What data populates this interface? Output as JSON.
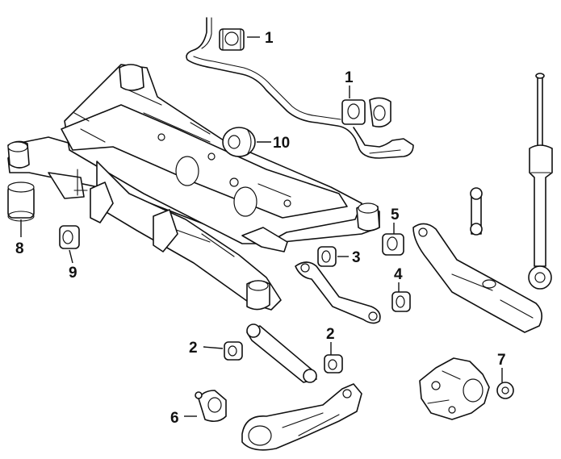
{
  "diagram": {
    "callouts": [
      {
        "id": "c1a",
        "label": "1"
      },
      {
        "id": "c1b",
        "label": "1"
      },
      {
        "id": "c10",
        "label": "10"
      },
      {
        "id": "c5",
        "label": "5"
      },
      {
        "id": "c3",
        "label": "3"
      },
      {
        "id": "c4",
        "label": "4"
      },
      {
        "id": "c8",
        "label": "8"
      },
      {
        "id": "c9",
        "label": "9"
      },
      {
        "id": "c2a",
        "label": "2"
      },
      {
        "id": "c2b",
        "label": "2"
      },
      {
        "id": "c6",
        "label": "6"
      },
      {
        "id": "c7",
        "label": "7"
      }
    ]
  },
  "colors": {
    "line": "#111111",
    "background": "#ffffff"
  }
}
